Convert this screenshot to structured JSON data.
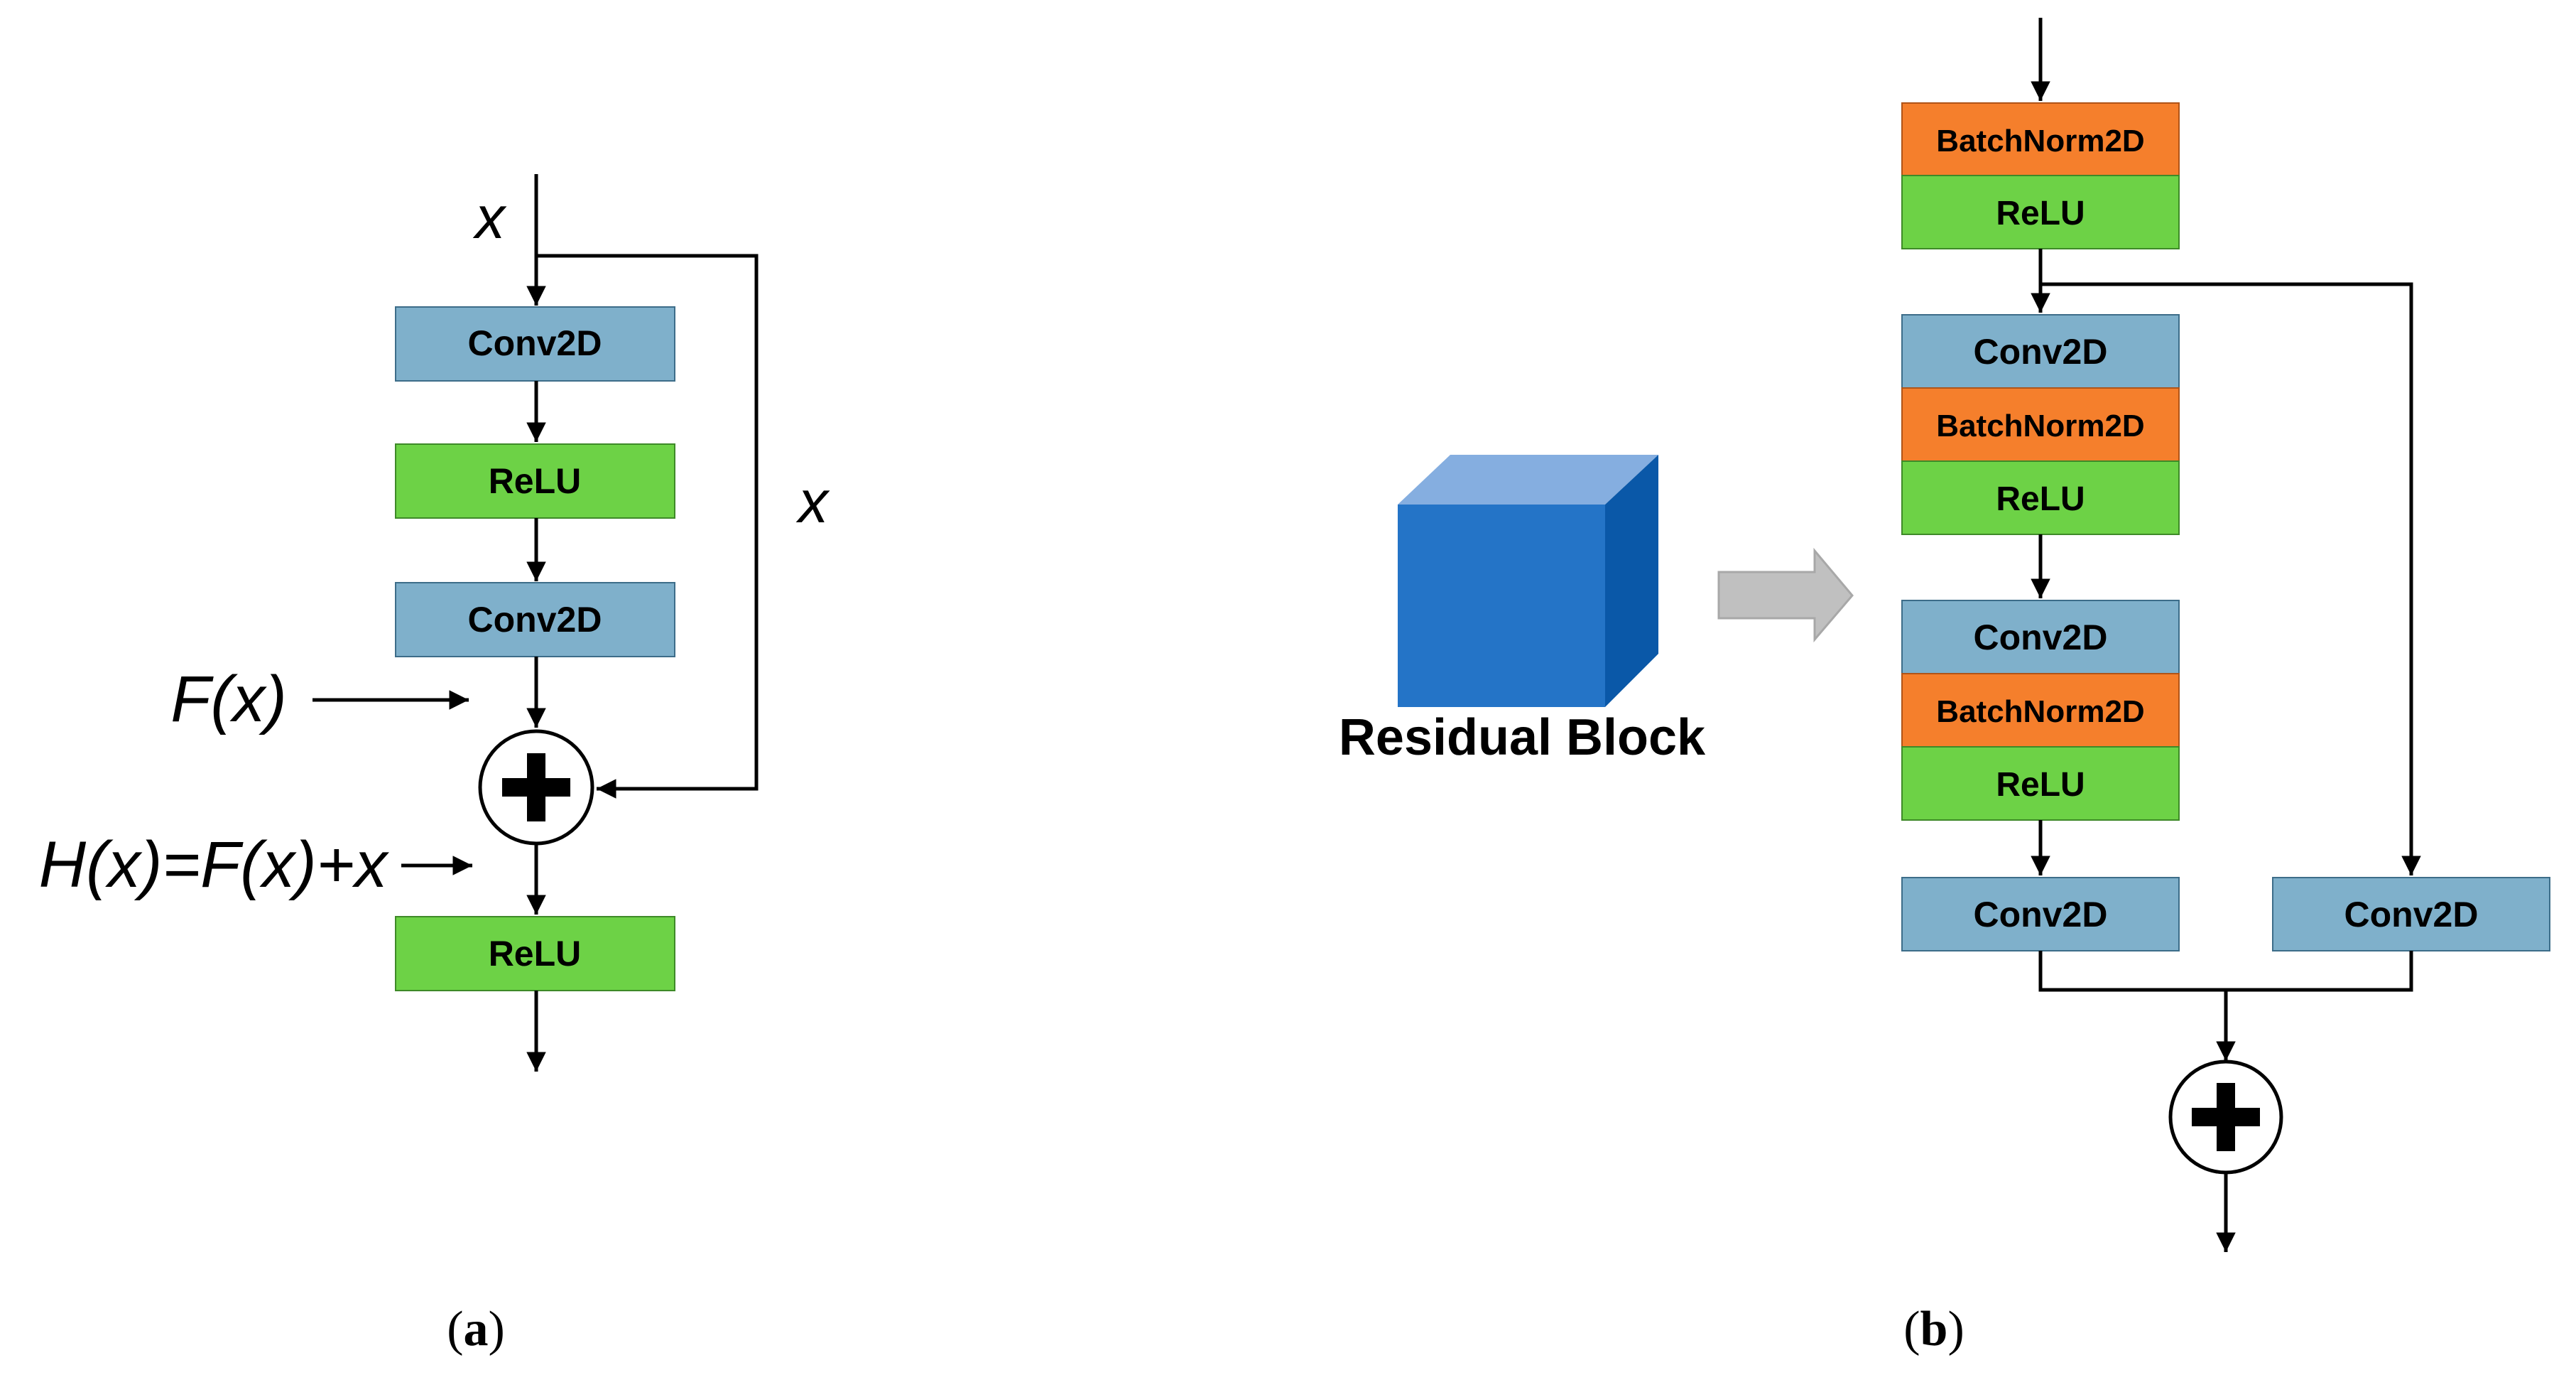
{
  "colors": {
    "conv": "#7FB0CB",
    "relu": "#6DD246",
    "batchnorm": "#F57F2C",
    "line": "#000000",
    "cube_front": "#2474C7",
    "cube_top": "#85AEE0",
    "cube_side": "#0A58A8",
    "hollow_arrow": "#C0C0C0"
  },
  "panel_a": {
    "input_label": "x",
    "skip_label": "x",
    "layers": [
      "Conv2D",
      "ReLU",
      "Conv2D"
    ],
    "residual_label": "F(x)",
    "output_label": "H(x)=F(x)+x",
    "final_layer": "ReLU",
    "caption_open": "(",
    "caption_letter": "a",
    "caption_close": ")"
  },
  "panel_b": {
    "cube_label": "Residual Block",
    "stem": [
      "BatchNorm2D",
      "ReLU"
    ],
    "stage1": [
      "Conv2D",
      "BatchNorm2D",
      "ReLU"
    ],
    "stage2": [
      "Conv2D",
      "BatchNorm2D",
      "ReLU"
    ],
    "main_conv": "Conv2D",
    "shortcut_conv": "Conv2D",
    "caption_open": "(",
    "caption_letter": "b",
    "caption_close": ")"
  }
}
